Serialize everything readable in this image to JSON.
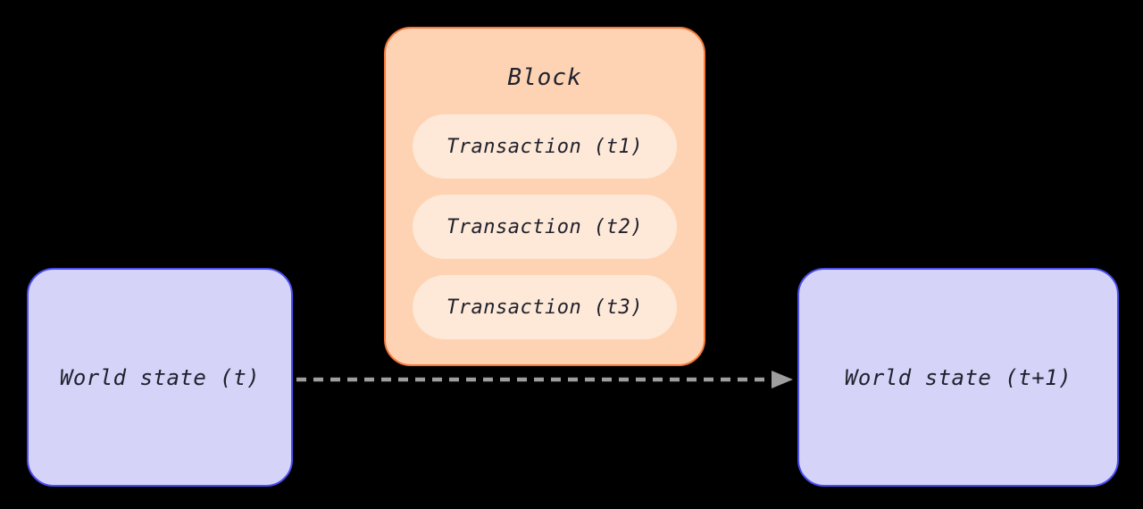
{
  "diagram": {
    "block": {
      "title": "Block",
      "transactions": [
        "Transaction (t1)",
        "Transaction (t2)",
        "Transaction (t3)"
      ]
    },
    "world_state_left": "World state (t)",
    "world_state_right": "World state (t+1)",
    "colors": {
      "background": "#000000",
      "block_fill": "#fdd3b3",
      "block_border": "#f5793b",
      "transaction_fill": "#fee8d7",
      "state_fill": "#d5d3f8",
      "state_border": "#4b4ded",
      "arrow": "#9e9e9e",
      "text": "#20222e"
    }
  }
}
